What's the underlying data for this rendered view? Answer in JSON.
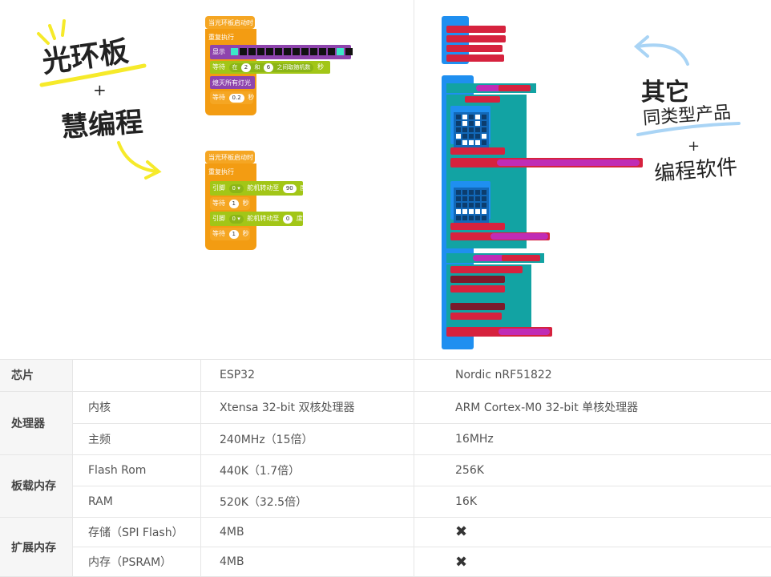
{
  "handwriting": {
    "left_title": "光环板",
    "left_plus": "+",
    "left_subtitle": "慧编程",
    "right_title": "其它",
    "right_subtitle": "同类型产品",
    "right_plus": "+",
    "right_footer": "编程软件"
  },
  "left_blocks": {
    "block1_hat": "当光环板启动时",
    "block1_loop": "重复执行",
    "block1_show": "显示",
    "block1_wait_a": "等待",
    "block1_wait_in": "在",
    "block1_wait_n1": "2",
    "block1_wait_and": "和",
    "block1_wait_n2": "6",
    "block1_wait_rand": "之间取随机数",
    "block1_wait_sec": "秒",
    "block1_off": "熄灭所有灯光",
    "block1_wait2": "等待",
    "block1_wait2_n": "0.2",
    "block1_wait2_sec": "秒",
    "block2_hat": "当光环板启动时",
    "block2_loop": "重复执行",
    "block2_pin1": "引脚",
    "block2_pin1_n": "0 ▾",
    "block2_servo1": "舵机转动至",
    "block2_servo1_deg": "90",
    "block2_deg": "度",
    "block2_wait1": "等待",
    "block2_wait1_n": "1",
    "block2_sec": "秒",
    "block2_pin2": "引脚",
    "block2_pin2_n": "0 ▾",
    "block2_servo2": "舵机转动至",
    "block2_servo2_deg": "0",
    "block2_deg2": "度",
    "block2_wait2": "等待",
    "block2_wait2_n": "1",
    "block2_sec2": "秒"
  },
  "table": {
    "row_chip": {
      "category": "芯片",
      "sub": "",
      "v1": "ESP32",
      "v2": "Nordic nRF51822"
    },
    "row_core": {
      "category": "处理器",
      "sub": "内核",
      "v1": "Xtensa 32-bit 双核处理器",
      "v2": "ARM Cortex-M0 32-bit 单核处理器"
    },
    "row_freq": {
      "sub": "主频",
      "v1": "240MHz（15倍）",
      "v2": "16MHz"
    },
    "row_flash": {
      "category": "板载内存",
      "sub": "Flash Rom",
      "v1": "440K（1.7倍）",
      "v2": "256K"
    },
    "row_ram": {
      "sub": "RAM",
      "v1": "520K（32.5倍）",
      "v2": "16K"
    },
    "row_storage": {
      "category": "扩展内存",
      "sub": "存储（SPI Flash）",
      "v1": "4MB",
      "v2": "✖"
    },
    "row_psram": {
      "sub": "内存（PSRAM）",
      "v1": "4MB",
      "v2": "✖"
    }
  }
}
